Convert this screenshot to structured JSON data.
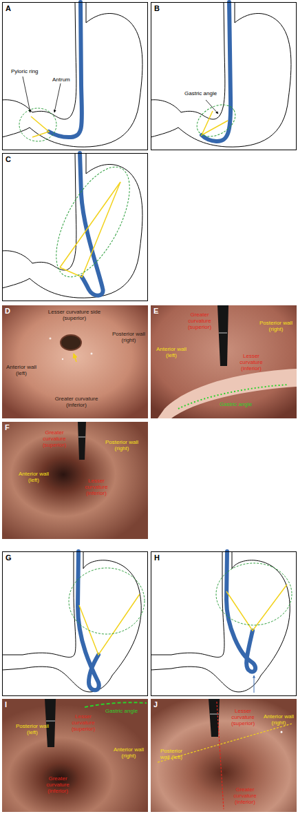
{
  "diagram": {
    "nodes": [
      {
        "text": [
          "A",
          "Pyloric ring",
          "Antrum"
        ]
      },
      {
        "text": [
          "B",
          "Gastric angle"
        ]
      },
      {
        "text": [
          "C"
        ]
      },
      {
        "text": [
          "D",
          "Lesser curvature side (superior)",
          "Posterior wall (right)",
          "Anterior wall (left)",
          "Greater curvature (inferior)"
        ]
      },
      {
        "text": [
          "E",
          "Greater curvature (superior)",
          "Posterior wall (right)",
          "Anterior wall (left)",
          "Lesser curvature (inferior)",
          "Gastric angle"
        ]
      },
      {
        "text": [
          "F",
          "Greater curvature (superior)",
          "Posterior wall (right)",
          "Anterior wall (left)",
          "Lesser curvature (inferior)"
        ]
      },
      {
        "text": [
          "G"
        ]
      },
      {
        "text": [
          "H"
        ]
      },
      {
        "text": [
          "I",
          "Posterior wall (left)",
          "Lesser curvature (superior)",
          "Gastric angle",
          "Anterior wall (right)",
          "Greater curvature (inferior)"
        ]
      },
      {
        "text": [
          "J",
          "Lesser curvature (superior)",
          "Anterior wall (right)",
          "Posterior wall (left)",
          "Greater curvature (inferior)"
        ]
      }
    ]
  }
}
